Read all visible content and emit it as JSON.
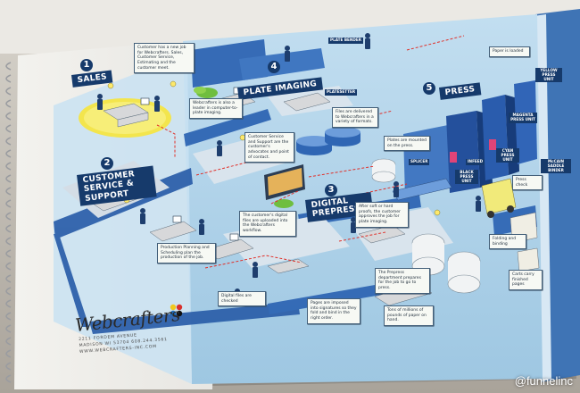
{
  "stages": [
    {
      "num": "1",
      "title": "SALES"
    },
    {
      "num": "2",
      "title": "CUSTOMER SERVICE & SUPPORT"
    },
    {
      "num": "3",
      "title": "DIGITAL PREPRESS"
    },
    {
      "num": "4",
      "title": "PLATE IMAGING"
    },
    {
      "num": "5",
      "title": "PRESS"
    }
  ],
  "callouts": {
    "sales": "Customer has a new job for Webcrafters. Sales, Customer Service, Estimating and the customer meet.",
    "plate_intro": "Webcrafters is also a leader in computer-to-plate imaging.",
    "csr": "Customer Service and Support are the customer's advocates and point of contact.",
    "digital": "Files are delivered to Webcrafters in a variety of formats.",
    "workflow": "The customer's digital files are uploaded into the Webcrafters workflow.",
    "production": "Production Planning and Scheduling plan the production of the job.",
    "files_checked": "Digital files are checked",
    "proofs": "After soft or hard proofs, the customer approves the job for plate imaging.",
    "dept": "The Prepress department prepares for the job to go to press.",
    "pages": "Pages are imposed into signatures so they fold and bind in the right order.",
    "plates_mounted": "Plates are mounted on the press.",
    "tons": "Tons of millions of pounds of paper on hand.",
    "paper_loaded": "Paper is loaded",
    "press_check": "Press check",
    "folding": "Folding and binding",
    "carts": "Carts carry finished pages"
  },
  "equipment": {
    "plate_bender": "PLATE BENDER",
    "platesetter": "PLATESETTER",
    "splicer": "SPLICER",
    "infeed": "INFEED",
    "black": "BLACK PRESS UNIT",
    "cyan": "CYAN PRESS UNIT",
    "magenta": "MAGENTA PRESS UNIT",
    "yellow": "YELLOW PRESS UNIT",
    "mccain": "McCAIN SADDLE BINDER"
  },
  "company": {
    "logo": "Webcrafters",
    "address1": "2211 FORDEM AVENUE",
    "address2": "MADISON WI 53704  608.244.3561",
    "web": "WWW.WEBCRAFTERS-INC.COM"
  },
  "watermark": "@funnelinc",
  "colors": {
    "brand_navy": "#163a6b",
    "page_blue": "#a9cfe6",
    "floor_blue": "#5d8fc8",
    "highlight_yellow": "#f3e54d",
    "desk_gray": "#d7d8da"
  }
}
